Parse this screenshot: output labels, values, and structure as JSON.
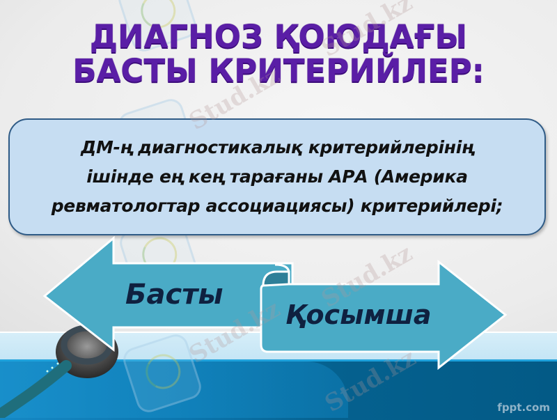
{
  "slide": {
    "title": {
      "line1": "ДИАГНОЗ ҚОЮДАҒЫ",
      "line2": "БАСТЫ КРИТЕРИЙЛЕР:"
    },
    "textbox": {
      "line1": "ДМ-ң диагностикалық критерийлерінің",
      "line2": "ішінде ең кең тарағаны АРА (Америка",
      "line3": "ревматологтар ассоциациясы) критерийлері;"
    },
    "arrows": {
      "left_label": "Басты",
      "right_label": "Қосымша"
    },
    "watermark_text": "Stud.kz",
    "footer_brand": "fppt.com",
    "colors": {
      "title": "#5a1ea6",
      "textbox_fill": "#c6ddf2",
      "textbox_border": "#2f5b86",
      "arrow_fill": "#4aabc6",
      "arrow_label": "#0f2140",
      "band_light": "#c4e5f5",
      "band_blue": "#05618f"
    }
  }
}
